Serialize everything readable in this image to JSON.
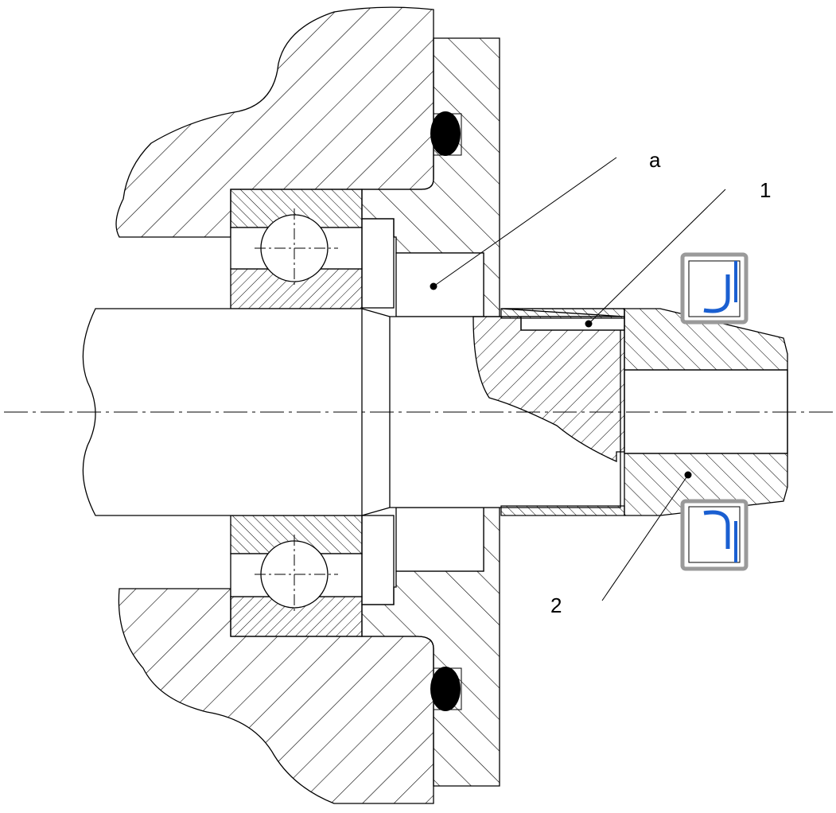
{
  "callouts": {
    "a": "a",
    "one": "1",
    "two": "2"
  },
  "colors": {
    "line": "#000000",
    "seal_lip": "#1a5fd1",
    "seal_case": "#9a9a9a",
    "oring": "#000000"
  }
}
